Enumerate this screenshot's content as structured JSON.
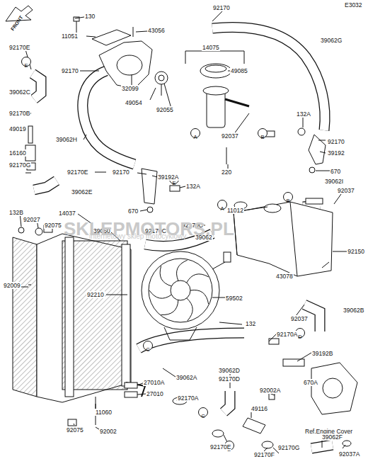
{
  "diagram": {
    "nodes": [
      {
        "text": [
          "E"
        ]
      },
      {
        "text": [
          "A"
        ]
      },
      {
        "text": [
          "B"
        ]
      },
      {
        "text": [
          "E"
        ]
      },
      {
        "text": [
          "A"
        ]
      },
      {
        "text": [
          "B"
        ]
      },
      {
        "text": [
          "C"
        ]
      },
      {
        "text": [
          "D"
        ]
      },
      {
        "text": [
          "C"
        ]
      },
      {
        "text": [
          "D"
        ]
      }
    ],
    "labels": [
      "130",
      "11051",
      "43056",
      "92170",
      "14075",
      "39062G",
      "92170E",
      "92170",
      "49085",
      "32099",
      "49054",
      "92055",
      "39062C",
      "92170B",
      "49019",
      "39062H",
      "92037",
      "132A",
      "92170",
      "39192",
      "670",
      "220",
      "16160",
      "92170G",
      "92170E",
      "92170",
      "39062E",
      "39192A",
      "132A",
      "670",
      "11012",
      "39062I",
      "92037",
      "132B",
      "92027",
      "92075",
      "14037",
      "39060",
      "92170C",
      "92170C",
      "39062",
      "92150",
      "43078",
      "92009",
      "92210",
      "59502",
      "39062B",
      "132",
      "92037",
      "92170A",
      "39192B",
      "39062A",
      "39062D",
      "92170D",
      "92002A",
      "670A",
      "27010A",
      "27010",
      "92170A",
      "11060",
      "49116",
      "92075",
      "92002",
      "Ref.Engine Cover",
      "39062F",
      "92037A",
      "92170E",
      "92170F",
      "92170G",
      "FRONT",
      "E3032",
      "SKLEPMOTORS.PL",
      "internetowy sklep motocyklowy"
    ]
  }
}
